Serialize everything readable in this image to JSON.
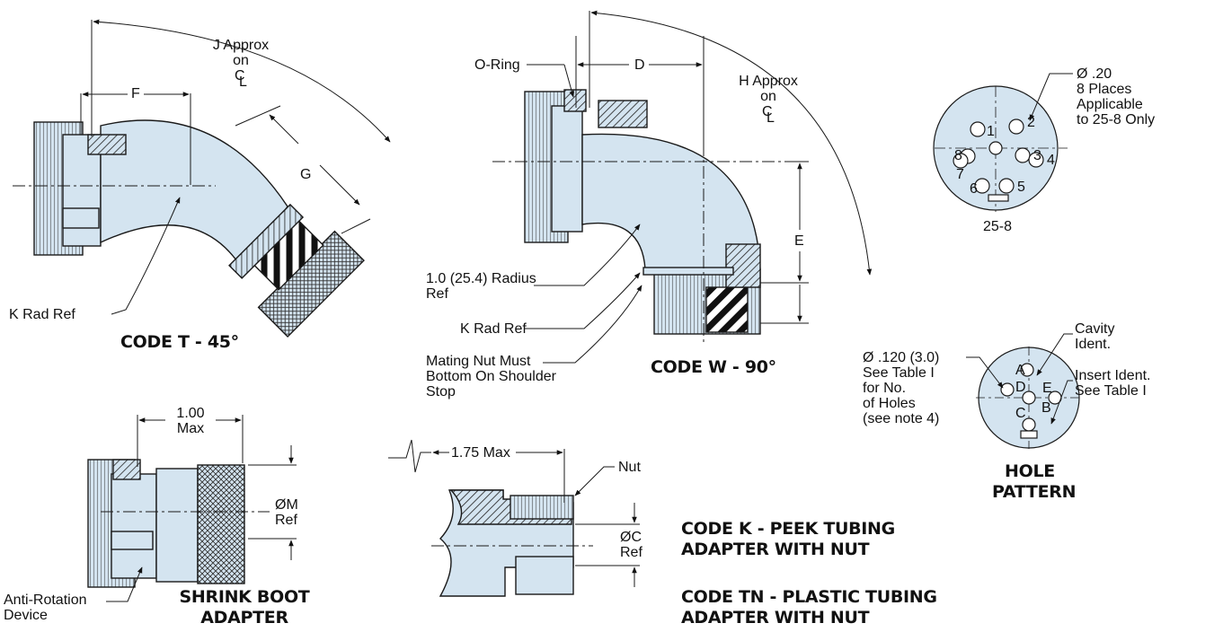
{
  "code_t": {
    "title": "CODE T - 45°",
    "dim_j": [
      "J Approx",
      "on",
      "C",
      "L"
    ],
    "dim_f": "F",
    "dim_g": "G",
    "k_rad": "K Rad Ref"
  },
  "code_w": {
    "title": "CODE W - 90°",
    "o_ring": "O-Ring",
    "dim_d": "D",
    "dim_h": [
      "H Approx",
      "on",
      "C",
      "L"
    ],
    "dim_e": "E",
    "radius_ref": [
      "1.0 (25.4) Radius",
      "Ref"
    ],
    "k_rad": "K Rad Ref",
    "mating_nut": [
      "Mating Nut Must",
      "Bottom On Shoulder",
      "Stop"
    ]
  },
  "pin_pattern": {
    "callout": [
      "Ø .20",
      "8 Places",
      "Applicable",
      "to 25-8 Only"
    ],
    "pins": [
      "1",
      "2",
      "3",
      "4",
      "5",
      "6",
      "7",
      "8"
    ],
    "label": "25-8"
  },
  "hole_pattern": {
    "title": [
      "HOLE",
      "PATTERN"
    ],
    "cavity_ident": [
      "Cavity",
      "Ident."
    ],
    "insert_ident": [
      "Insert Ident.",
      "See Table I"
    ],
    "hole_note": [
      "Ø .120 (3.0)",
      "See Table I",
      "for No.",
      "of Holes",
      "(see note 4)"
    ],
    "letters": [
      "A",
      "B",
      "C",
      "D",
      "E"
    ]
  },
  "shrink_boot": {
    "title": [
      "SHRINK BOOT",
      "ADAPTER"
    ],
    "dim_max": [
      "1.00",
      "Max"
    ],
    "dim_m": [
      "ØM",
      "Ref"
    ],
    "anti_rotation": [
      "Anti-Rotation",
      "Device"
    ]
  },
  "code_k": {
    "dim_max": "1.75 Max",
    "nut": "Nut",
    "dim_c": [
      "ØC",
      "Ref"
    ],
    "title_k": [
      "CODE K - PEEK TUBING",
      "ADAPTER WITH NUT"
    ],
    "title_tn": [
      "CODE TN - PLASTIC TUBING",
      "ADAPTER WITH NUT"
    ]
  },
  "colors": {
    "part_fill": "#d4e4f0",
    "outline": "#1a1a1a"
  }
}
